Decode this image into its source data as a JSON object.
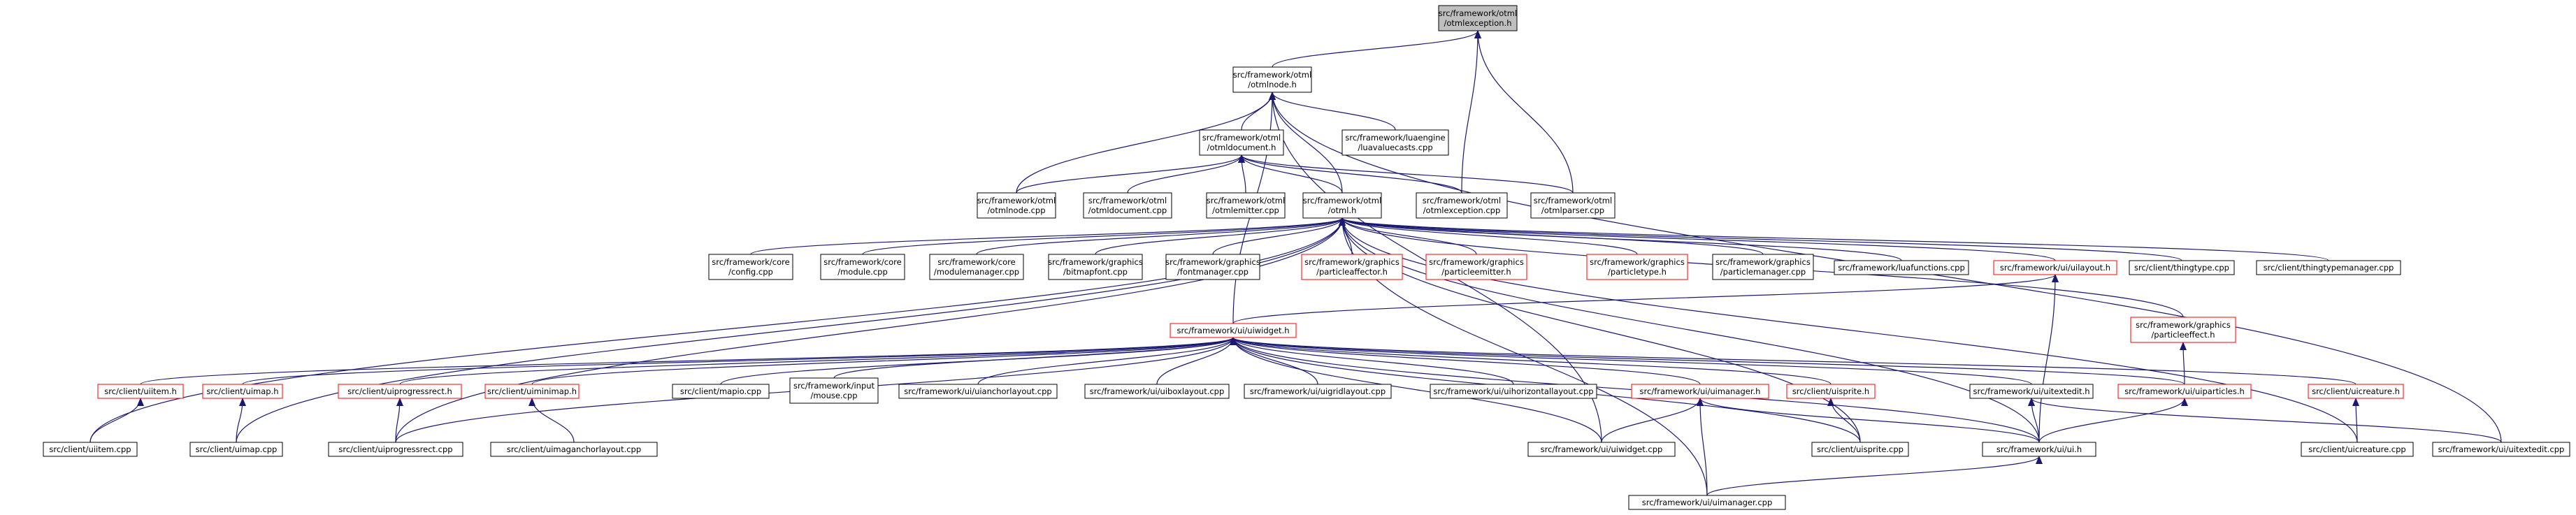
{
  "diagram": {
    "type": "include-dependency-graph",
    "colors": {
      "edge": "#191970",
      "node_border": "#000000",
      "node_border_red": "#ff0000",
      "root_fill": "#bfbfbf",
      "node_fill": "#ffffff"
    },
    "nodes": [
      {
        "id": "otmlexception_h",
        "lines": [
          "src/framework/otml",
          "/otmlexception.h"
        ],
        "style": "root"
      },
      {
        "id": "otmlnode_h",
        "lines": [
          "src/framework/otml",
          "/otmlnode.h"
        ],
        "style": "normal"
      },
      {
        "id": "otmldocument_h",
        "lines": [
          "src/framework/otml",
          "/otmldocument.h"
        ],
        "style": "normal"
      },
      {
        "id": "luavaluecasts_cpp",
        "lines": [
          "src/framework/luaengine",
          "/luavaluecasts.cpp"
        ],
        "style": "normal"
      },
      {
        "id": "otmlnode_cpp",
        "lines": [
          "src/framework/otml",
          "/otmlnode.cpp"
        ],
        "style": "normal"
      },
      {
        "id": "otmldocument_cpp",
        "lines": [
          "src/framework/otml",
          "/otmldocument.cpp"
        ],
        "style": "normal"
      },
      {
        "id": "otmlemitter_cpp",
        "lines": [
          "src/framework/otml",
          "/otmlemitter.cpp"
        ],
        "style": "normal"
      },
      {
        "id": "otml_h",
        "lines": [
          "src/framework/otml",
          "/otml.h"
        ],
        "style": "normal"
      },
      {
        "id": "otmlexception_cpp",
        "lines": [
          "src/framework/otml",
          "/otmlexception.cpp"
        ],
        "style": "normal"
      },
      {
        "id": "otmlparser_cpp",
        "lines": [
          "src/framework/otml",
          "/otmlparser.cpp"
        ],
        "style": "normal"
      },
      {
        "id": "config_cpp",
        "lines": [
          "src/framework/core",
          "/config.cpp"
        ],
        "style": "normal"
      },
      {
        "id": "module_cpp",
        "lines": [
          "src/framework/core",
          "/module.cpp"
        ],
        "style": "normal"
      },
      {
        "id": "modulemanager_cpp",
        "lines": [
          "src/framework/core",
          "/modulemanager.cpp"
        ],
        "style": "normal"
      },
      {
        "id": "bitmapfont_cpp",
        "lines": [
          "src/framework/graphics",
          "/bitmapfont.cpp"
        ],
        "style": "normal"
      },
      {
        "id": "fontmanager_cpp",
        "lines": [
          "src/framework/graphics",
          "/fontmanager.cpp"
        ],
        "style": "normal"
      },
      {
        "id": "particleaffector_h",
        "lines": [
          "src/framework/graphics",
          "/particleaffector.h"
        ],
        "style": "red"
      },
      {
        "id": "particleemitter_h",
        "lines": [
          "src/framework/graphics",
          "/particleemitter.h"
        ],
        "style": "red"
      },
      {
        "id": "particletype_h",
        "lines": [
          "src/framework/graphics",
          "/particletype.h"
        ],
        "style": "red"
      },
      {
        "id": "particlemanager_cpp",
        "lines": [
          "src/framework/graphics",
          "/particlemanager.cpp"
        ],
        "style": "normal"
      },
      {
        "id": "luafunctions_cpp",
        "lines": [
          "src/framework/luafunctions.cpp"
        ],
        "style": "normal"
      },
      {
        "id": "uilayout_h",
        "lines": [
          "src/framework/ui/uilayout.h"
        ],
        "style": "red"
      },
      {
        "id": "thingtype_cpp",
        "lines": [
          "src/client/thingtype.cpp"
        ],
        "style": "normal"
      },
      {
        "id": "thingtypemanager_cpp",
        "lines": [
          "src/client/thingtypemanager.cpp"
        ],
        "style": "normal"
      },
      {
        "id": "particleeffect_h",
        "lines": [
          "src/framework/graphics",
          "/particleeffect.h"
        ],
        "style": "red"
      },
      {
        "id": "uiwidget_h",
        "lines": [
          "src/framework/ui/uiwidget.h"
        ],
        "style": "red"
      },
      {
        "id": "uiitem_h",
        "lines": [
          "src/client/uiitem.h"
        ],
        "style": "red"
      },
      {
        "id": "uimap_h",
        "lines": [
          "src/client/uimap.h"
        ],
        "style": "red"
      },
      {
        "id": "uiprogressrect_h",
        "lines": [
          "src/client/uiprogressrect.h"
        ],
        "style": "red"
      },
      {
        "id": "uiminimap_h",
        "lines": [
          "src/client/uiminimap.h"
        ],
        "style": "red"
      },
      {
        "id": "mapio_cpp",
        "lines": [
          "src/client/mapio.cpp"
        ],
        "style": "normal"
      },
      {
        "id": "mouse_cpp",
        "lines": [
          "src/framework/input",
          "/mouse.cpp"
        ],
        "style": "normal"
      },
      {
        "id": "uianchorlayout_cpp",
        "lines": [
          "src/framework/ui/uianchorlayout.cpp"
        ],
        "style": "normal"
      },
      {
        "id": "uiboxlayout_cpp",
        "lines": [
          "src/framework/ui/uiboxlayout.cpp"
        ],
        "style": "normal"
      },
      {
        "id": "uigridlayout_cpp",
        "lines": [
          "src/framework/ui/uigridlayout.cpp"
        ],
        "style": "normal"
      },
      {
        "id": "uihorizontallayout_cpp",
        "lines": [
          "src/framework/ui/uihorizontallayout.cpp"
        ],
        "style": "normal"
      },
      {
        "id": "uimanager_h",
        "lines": [
          "src/framework/ui/uimanager.h"
        ],
        "style": "red"
      },
      {
        "id": "uisprite_h",
        "lines": [
          "src/client/uisprite.h"
        ],
        "style": "red"
      },
      {
        "id": "uitextedit_h",
        "lines": [
          "src/framework/ui/uitextedit.h"
        ],
        "style": "normal"
      },
      {
        "id": "uiparticles_h",
        "lines": [
          "src/framework/ui/uiparticles.h"
        ],
        "style": "red"
      },
      {
        "id": "uicreature_h",
        "lines": [
          "src/client/uicreature.h"
        ],
        "style": "red"
      },
      {
        "id": "uiitem_cpp",
        "lines": [
          "src/client/uiitem.cpp"
        ],
        "style": "normal"
      },
      {
        "id": "uimap_cpp",
        "lines": [
          "src/client/uimap.cpp"
        ],
        "style": "normal"
      },
      {
        "id": "uiprogressrect_cpp",
        "lines": [
          "src/client/uiprogressrect.cpp"
        ],
        "style": "normal"
      },
      {
        "id": "uimaganchorlayout_cpp",
        "lines": [
          "src/client/uimaganchorlayout.cpp"
        ],
        "style": "normal"
      },
      {
        "id": "uiwidget_cpp",
        "lines": [
          "src/framework/ui/uiwidget.cpp"
        ],
        "style": "normal"
      },
      {
        "id": "uisprite_cpp",
        "lines": [
          "src/client/uisprite.cpp"
        ],
        "style": "normal"
      },
      {
        "id": "ui_h",
        "lines": [
          "src/framework/ui/ui.h"
        ],
        "style": "normal"
      },
      {
        "id": "uicreature_cpp",
        "lines": [
          "src/client/uicreature.cpp"
        ],
        "style": "normal"
      },
      {
        "id": "uitextedit_cpp",
        "lines": [
          "src/framework/ui/uitextedit.cpp"
        ],
        "style": "normal"
      },
      {
        "id": "uimanager_cpp",
        "lines": [
          "src/framework/ui/uimanager.cpp"
        ],
        "style": "normal"
      }
    ],
    "edges": [
      {
        "from": "otmlnode_h",
        "to": "otmlexception_h"
      },
      {
        "from": "otmlexception_cpp",
        "to": "otmlexception_h"
      },
      {
        "from": "otmlparser_cpp",
        "to": "otmlexception_h"
      },
      {
        "from": "otmldocument_h",
        "to": "otmlnode_h"
      },
      {
        "from": "luavaluecasts_cpp",
        "to": "otmlnode_h"
      },
      {
        "from": "otmlnode_cpp",
        "to": "otmlnode_h"
      },
      {
        "from": "otml_h",
        "to": "otmlnode_h"
      },
      {
        "from": "uiwidget_h",
        "to": "otmlnode_h"
      },
      {
        "from": "uiwidget_cpp",
        "to": "otmlnode_h"
      },
      {
        "from": "uitextedit_cpp",
        "to": "otmlnode_h"
      },
      {
        "from": "otmlnode_cpp",
        "to": "otmldocument_h"
      },
      {
        "from": "otmldocument_cpp",
        "to": "otmldocument_h"
      },
      {
        "from": "otmlemitter_cpp",
        "to": "otmldocument_h"
      },
      {
        "from": "otml_h",
        "to": "otmldocument_h"
      },
      {
        "from": "otmlexception_cpp",
        "to": "otmldocument_h"
      },
      {
        "from": "otmlparser_cpp",
        "to": "otmldocument_h"
      },
      {
        "from": "config_cpp",
        "to": "otml_h"
      },
      {
        "from": "module_cpp",
        "to": "otml_h"
      },
      {
        "from": "modulemanager_cpp",
        "to": "otml_h"
      },
      {
        "from": "bitmapfont_cpp",
        "to": "otml_h"
      },
      {
        "from": "fontmanager_cpp",
        "to": "otml_h"
      },
      {
        "from": "particleaffector_h",
        "to": "otml_h"
      },
      {
        "from": "particleemitter_h",
        "to": "otml_h"
      },
      {
        "from": "particletype_h",
        "to": "otml_h"
      },
      {
        "from": "particlemanager_cpp",
        "to": "otml_h"
      },
      {
        "from": "luafunctions_cpp",
        "to": "otml_h"
      },
      {
        "from": "uilayout_h",
        "to": "otml_h"
      },
      {
        "from": "thingtype_cpp",
        "to": "otml_h"
      },
      {
        "from": "thingtypemanager_cpp",
        "to": "otml_h"
      },
      {
        "from": "particleeffect_h",
        "to": "otml_h"
      },
      {
        "from": "uiitem_cpp",
        "to": "otml_h"
      },
      {
        "from": "uimap_cpp",
        "to": "otml_h"
      },
      {
        "from": "uiprogressrect_cpp",
        "to": "otml_h"
      },
      {
        "from": "uimanager_cpp",
        "to": "otml_h"
      },
      {
        "from": "uisprite_cpp",
        "to": "otml_h"
      },
      {
        "from": "ui_h",
        "to": "otml_h"
      },
      {
        "from": "uicreature_cpp",
        "to": "otml_h"
      },
      {
        "from": "uiwidget_h",
        "to": "uilayout_h"
      },
      {
        "from": "ui_h",
        "to": "uilayout_h"
      },
      {
        "from": "uiparticles_h",
        "to": "particleeffect_h"
      },
      {
        "from": "uiitem_h",
        "to": "uiwidget_h"
      },
      {
        "from": "uimap_h",
        "to": "uiwidget_h"
      },
      {
        "from": "uiprogressrect_h",
        "to": "uiwidget_h"
      },
      {
        "from": "uiminimap_h",
        "to": "uiwidget_h"
      },
      {
        "from": "mapio_cpp",
        "to": "uiwidget_h"
      },
      {
        "from": "mouse_cpp",
        "to": "uiwidget_h"
      },
      {
        "from": "uianchorlayout_cpp",
        "to": "uiwidget_h"
      },
      {
        "from": "uiboxlayout_cpp",
        "to": "uiwidget_h"
      },
      {
        "from": "uigridlayout_cpp",
        "to": "uiwidget_h"
      },
      {
        "from": "uihorizontallayout_cpp",
        "to": "uiwidget_h"
      },
      {
        "from": "uimanager_h",
        "to": "uiwidget_h"
      },
      {
        "from": "uisprite_h",
        "to": "uiwidget_h"
      },
      {
        "from": "uitextedit_h",
        "to": "uiwidget_h"
      },
      {
        "from": "uiparticles_h",
        "to": "uiwidget_h"
      },
      {
        "from": "uicreature_h",
        "to": "uiwidget_h"
      },
      {
        "from": "uiwidget_cpp",
        "to": "uiwidget_h"
      },
      {
        "from": "ui_h",
        "to": "uiwidget_h"
      },
      {
        "from": "uiprogressrect_cpp",
        "to": "uiwidget_h"
      },
      {
        "from": "uisprite_cpp",
        "to": "uiwidget_h"
      },
      {
        "from": "uiitem_cpp",
        "to": "uiitem_h"
      },
      {
        "from": "uimap_cpp",
        "to": "uimap_h"
      },
      {
        "from": "uiprogressrect_cpp",
        "to": "uiprogressrect_h"
      },
      {
        "from": "uimaganchorlayout_cpp",
        "to": "uiminimap_h"
      },
      {
        "from": "uiwidget_cpp",
        "to": "uimanager_h"
      },
      {
        "from": "ui_h",
        "to": "uimanager_h"
      },
      {
        "from": "uimanager_cpp",
        "to": "uimanager_h"
      },
      {
        "from": "uisprite_cpp",
        "to": "uisprite_h"
      },
      {
        "from": "ui_h",
        "to": "uitextedit_h"
      },
      {
        "from": "uitextedit_cpp",
        "to": "uitextedit_h"
      },
      {
        "from": "ui_h",
        "to": "uiparticles_h"
      },
      {
        "from": "uicreature_cpp",
        "to": "uicreature_h"
      },
      {
        "from": "uimanager_cpp",
        "to": "ui_h"
      }
    ]
  }
}
